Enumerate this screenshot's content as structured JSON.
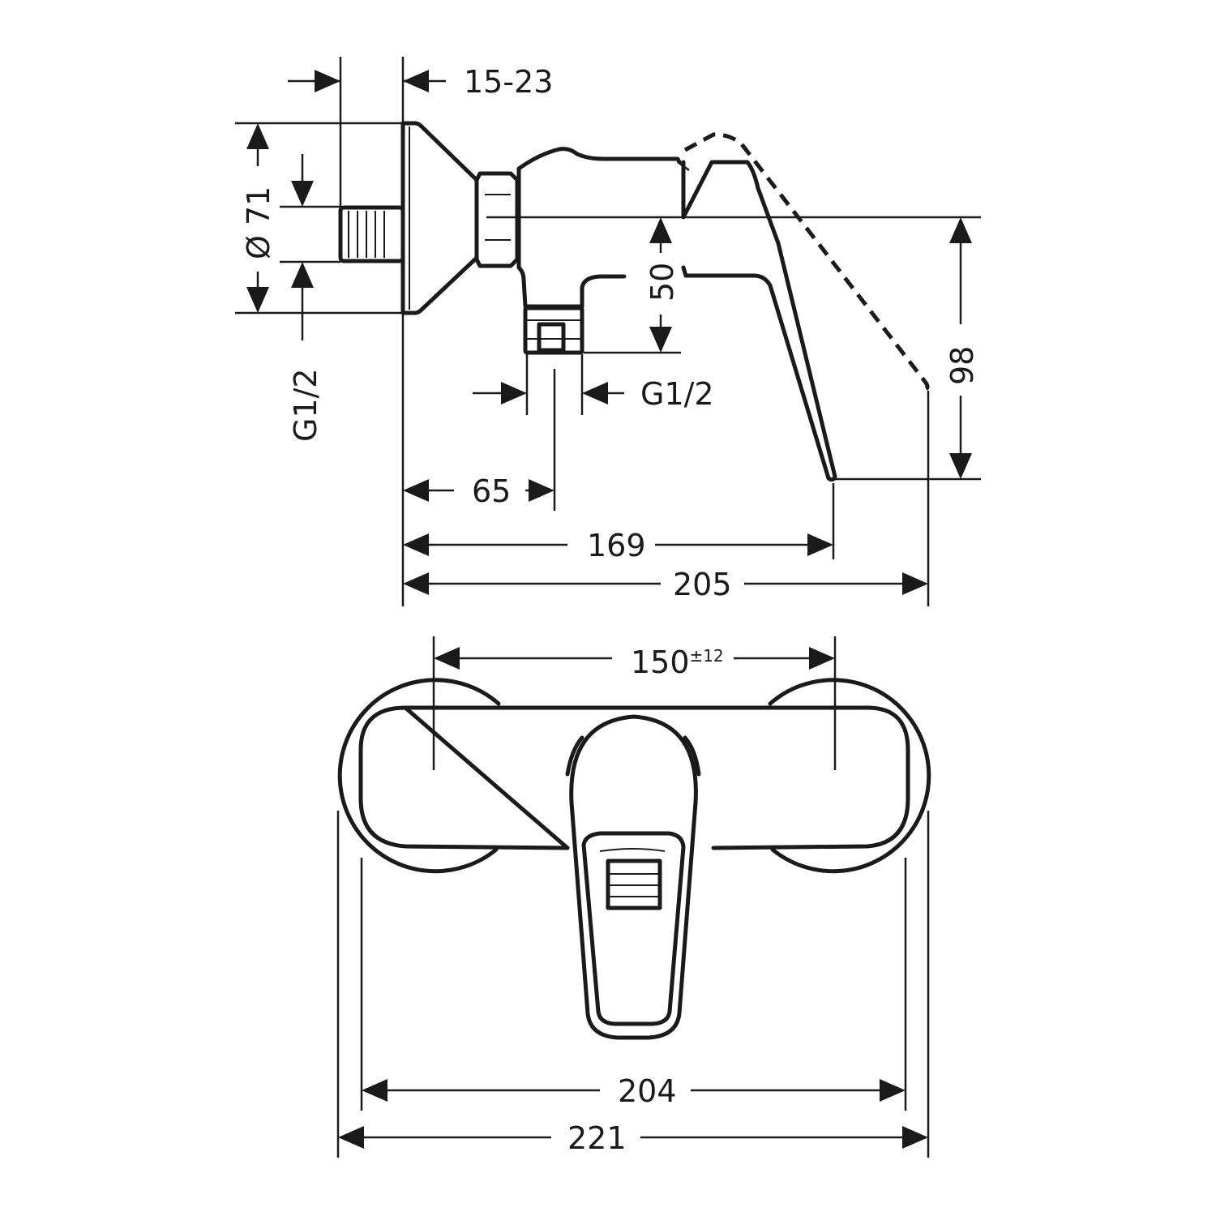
{
  "side_view": {
    "dim_wall_depth": "15-23",
    "dim_rosette_diameter": "Ø 71",
    "dim_inlet_thread": "G1/2",
    "dim_outlet_height": "50",
    "dim_outlet_thread": "G1/2",
    "dim_outlet_offset": "65",
    "dim_lever_projection": "169",
    "dim_total_projection": "205",
    "dim_height": "98"
  },
  "front_view": {
    "dim_centres": "150",
    "dim_centres_tolerance": "±12",
    "dim_body_width": "204",
    "dim_total_width": "221"
  }
}
